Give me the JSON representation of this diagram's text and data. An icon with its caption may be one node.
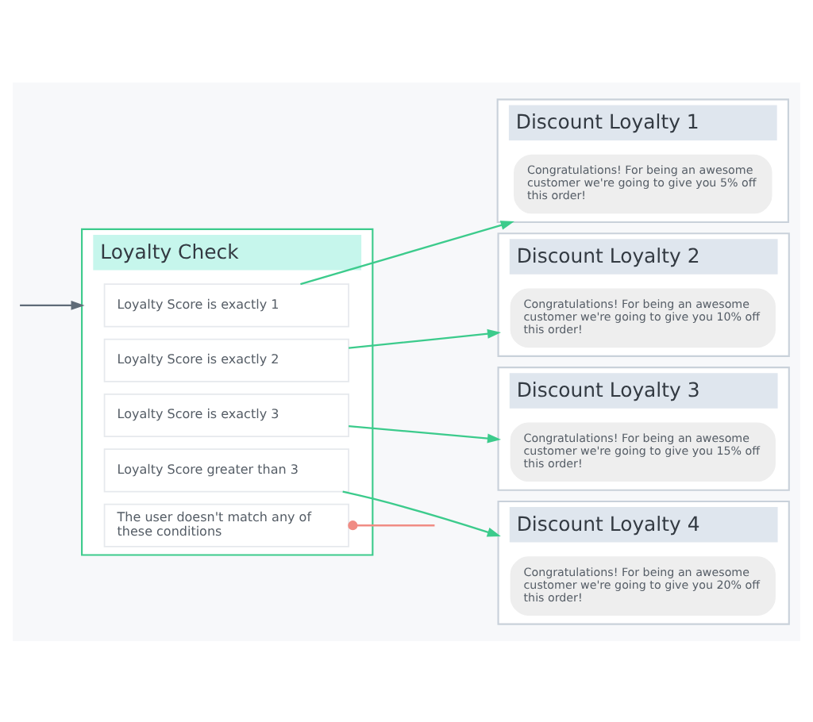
{
  "diagram": {
    "nodes": [
      {
        "text": [
          "Loyalty Check"
        ]
      },
      {
        "text": [
          "Loyalty Score is exactly 1"
        ],
        "in": 0
      },
      {
        "text": [
          "Loyalty Score is exactly 2"
        ],
        "in": 0
      },
      {
        "text": [
          "Loyalty Score is exactly 3"
        ],
        "in": 0
      },
      {
        "text": [
          "Loyalty Score greater than 3"
        ],
        "in": 0
      },
      {
        "text": [
          "The user doesn't match any of these conditions"
        ],
        "in": 0
      },
      {
        "text": [
          "Discount Loyalty 1"
        ]
      },
      {
        "text": [
          "Congratulations! For being an awesome customer we're going to give you 5% off this order!"
        ],
        "in": 6
      },
      {
        "text": [
          "Discount Loyalty 2"
        ]
      },
      {
        "text": [
          "Congratulations! For being an awesome customer we're going to give you 10% off this order!"
        ],
        "in": 8
      },
      {
        "text": [
          "Discount Loyalty 3"
        ]
      },
      {
        "text": [
          "Congratulations! For being an awesome customer we're going to give you 15% off this order!"
        ],
        "in": 10
      },
      {
        "text": [
          "Discount Loyalty 4"
        ]
      },
      {
        "text": [
          "Congratulations! For being an awesome customer we're going to give you 20% off this order!"
        ],
        "in": 12
      }
    ],
    "edges": [
      {
        "from": null,
        "to": 0,
        "arrow": "to",
        "color": "#5f6b78"
      },
      {
        "from": 1,
        "to": 6,
        "arrow": "to"
      },
      {
        "from": 2,
        "to": 8,
        "arrow": "to"
      },
      {
        "from": 3,
        "to": 10,
        "arrow": "to"
      },
      {
        "from": 4,
        "to": 12,
        "arrow": "to"
      },
      {
        "from": 5,
        "to": null,
        "arrow": "other",
        "color": "#f08c84"
      }
    ]
  }
}
